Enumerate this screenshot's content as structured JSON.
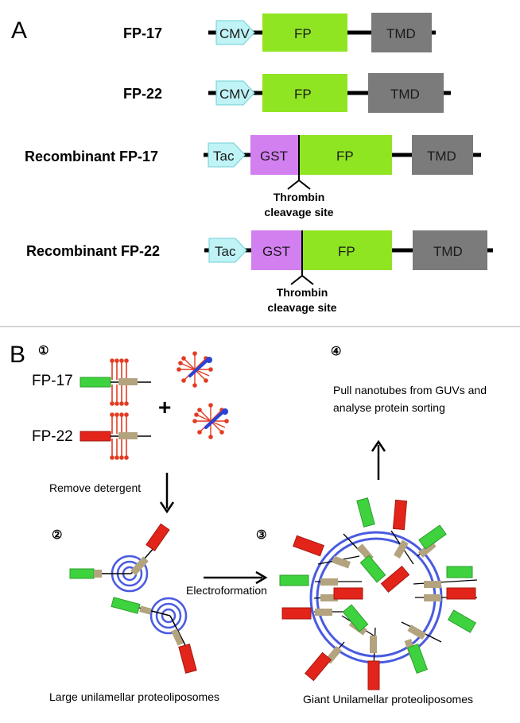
{
  "panel_a": {
    "letter": "A",
    "constructs": [
      {
        "label": "FP-17",
        "promoter": "CMV",
        "fp": "FP",
        "tmd": "TMD"
      },
      {
        "label": "FP-22",
        "promoter": "CMV",
        "fp": "FP",
        "tmd": "TMD"
      },
      {
        "label": "Recombinant FP-17",
        "promoter": "Tac",
        "gst": "GST",
        "fp": "FP",
        "tmd": "TMD",
        "cleavage_line1": "Thrombin",
        "cleavage_line2": "cleavage site"
      },
      {
        "label": "Recombinant FP-22",
        "promoter": "Tac",
        "gst": "GST",
        "fp": "FP",
        "tmd": "TMD",
        "cleavage_line1": "Thrombin",
        "cleavage_line2": "cleavage site"
      }
    ]
  },
  "panel_b": {
    "letter": "B",
    "steps": [
      "①",
      "②",
      "③",
      "④"
    ],
    "fp17_label": "FP-17",
    "fp22_label": "FP-22",
    "plus": "+",
    "remove_detergent": "Remove detergent",
    "electroformation": "Electroformation",
    "pull_line1": "Pull nanotubes from GUVs and",
    "pull_line2": "analyse protein sorting",
    "luv_caption": "Large unilamellar proteoliposomes",
    "guv_caption": "Giant Unilamellar proteoliposomes"
  },
  "colors": {
    "promoter": "#bff3f5",
    "fp": "#8fe521",
    "tmd": "#7b7b7b",
    "gst": "#d27ff0",
    "green_fp": "#3fd23f",
    "red_fp": "#e3241b",
    "membrane": "#4a5be0",
    "linker": "#b3a47f",
    "lipid_red": "#e33b22"
  }
}
